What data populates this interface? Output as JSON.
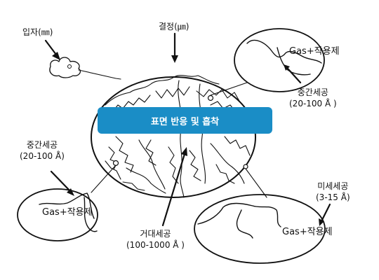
{
  "labels": {
    "particle": "입자(㎜)",
    "crystal": "결정(㎛)",
    "mesopore_right": "중간세공",
    "mesopore_right_range": "(20-100 Å )",
    "mesopore_left": "중간세공",
    "mesopore_left_range": "(20-100 Å)",
    "macropore": "거대세공",
    "macropore_range": "(100-1000 Å )",
    "micropore": "미세세공",
    "micropore_range": "(3-15 Å)"
  },
  "gas_labels": {
    "top_right": "Gas+작용제",
    "left": "Gas+작용제",
    "bottom_right": "Gas+작용제"
  },
  "banner": {
    "text": "표면 반응 및 흡착",
    "color": "#1a8dc6"
  }
}
